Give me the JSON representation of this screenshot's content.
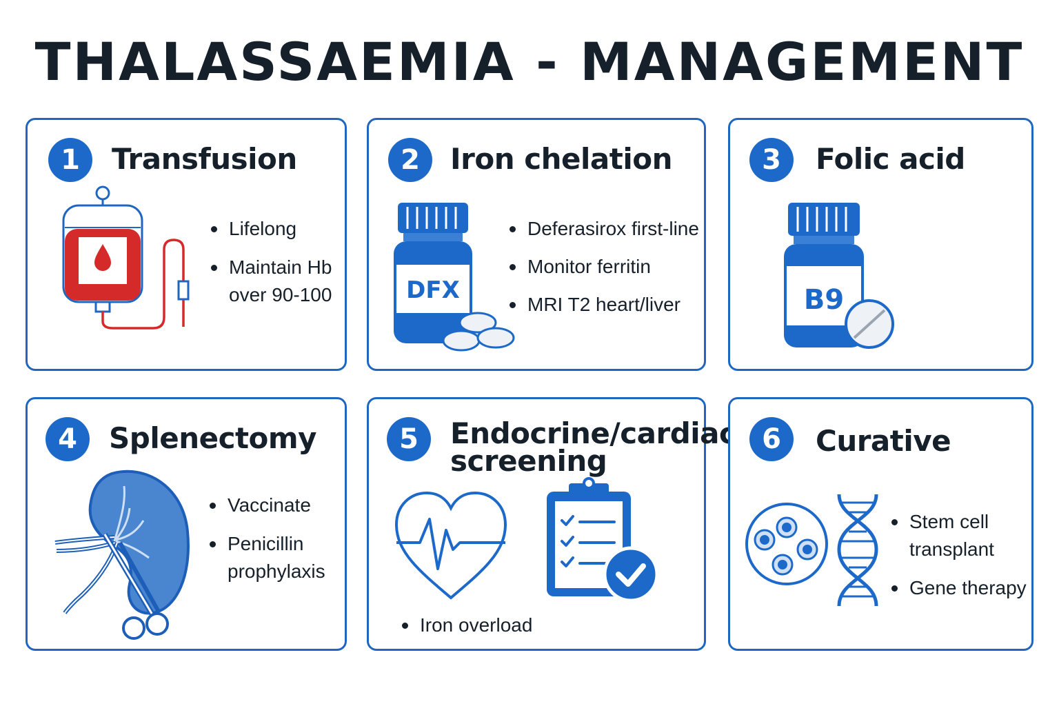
{
  "title": "THALASSAEMIA - MANAGEMENT",
  "colors": {
    "accent": "#1d69c9",
    "border": "#1f66c1",
    "blood": "#d42a2a",
    "text": "#16202a"
  },
  "cards": [
    {
      "number": "1",
      "title": "Transfusion",
      "icon": "blood-bag-icon",
      "bullets": [
        "Lifelong",
        "Maintain Hb\nover 90-100"
      ]
    },
    {
      "number": "2",
      "title": "Iron chelation",
      "icon": "pill-bottle-icon",
      "bottle_label": "DFX",
      "bullets": [
        "Deferasirox first-line",
        "Monitor ferritin",
        "MRI T2 heart/liver"
      ]
    },
    {
      "number": "3",
      "title": "Folic acid",
      "icon": "vitamin-bottle-icon",
      "bottle_label": "B9",
      "bullets": []
    },
    {
      "number": "4",
      "title": "Splenectomy",
      "icon": "spleen-icon",
      "bullets": [
        "Vaccinate",
        "Penicillin\nprophylaxis"
      ]
    },
    {
      "number": "5",
      "title": "Endocrine/cardiac\nscreening",
      "icon": "heart-and-checklist-icon",
      "bullets": [
        "Iron overload"
      ]
    },
    {
      "number": "6",
      "title": "Curative",
      "icon": "stem-cell-dna-icon",
      "bullets": [
        "Stem cell\ntransplant",
        "Gene therapy"
      ]
    }
  ]
}
